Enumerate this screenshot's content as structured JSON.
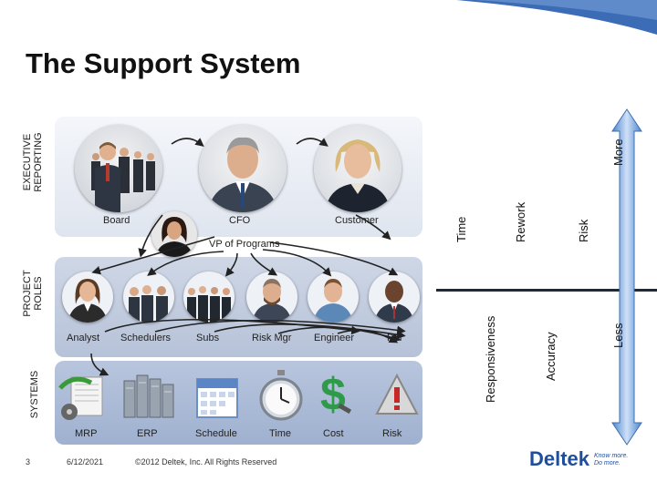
{
  "header": {
    "title": "The Support System"
  },
  "side_labels": {
    "executive": "EXECUTIVE\nREPORTING",
    "project": "PROJECT\nROLES",
    "systems": "SYSTEMS"
  },
  "executive": {
    "board": "Board",
    "cfo": "CFO",
    "customer": "Customer",
    "vp": "VP of Programs"
  },
  "roles": [
    "Analyst",
    "Schedulers",
    "Subs",
    "Risk Mgr",
    "Engineer",
    "PM"
  ],
  "systems": [
    "MRP",
    "ERP",
    "Schedule",
    "Time",
    "Cost",
    "Risk"
  ],
  "axis": {
    "top_labels": [
      "Time",
      "Rework",
      "Risk"
    ],
    "bottom_labels": [
      "Responsiveness",
      "Accuracy"
    ],
    "more": "More",
    "less": "Less"
  },
  "footer": {
    "page": "3",
    "date": "6/12/2021",
    "copyright": "©2012 Deltek, Inc. All Rights Reserved"
  },
  "brand": {
    "name": "Deltek",
    "tagline_1": "Know more.",
    "tagline_2": "Do more.",
    "color": "#1f4e9c"
  },
  "colors": {
    "arrow": "#6a9bd8",
    "divider": "#1e2a3a"
  }
}
